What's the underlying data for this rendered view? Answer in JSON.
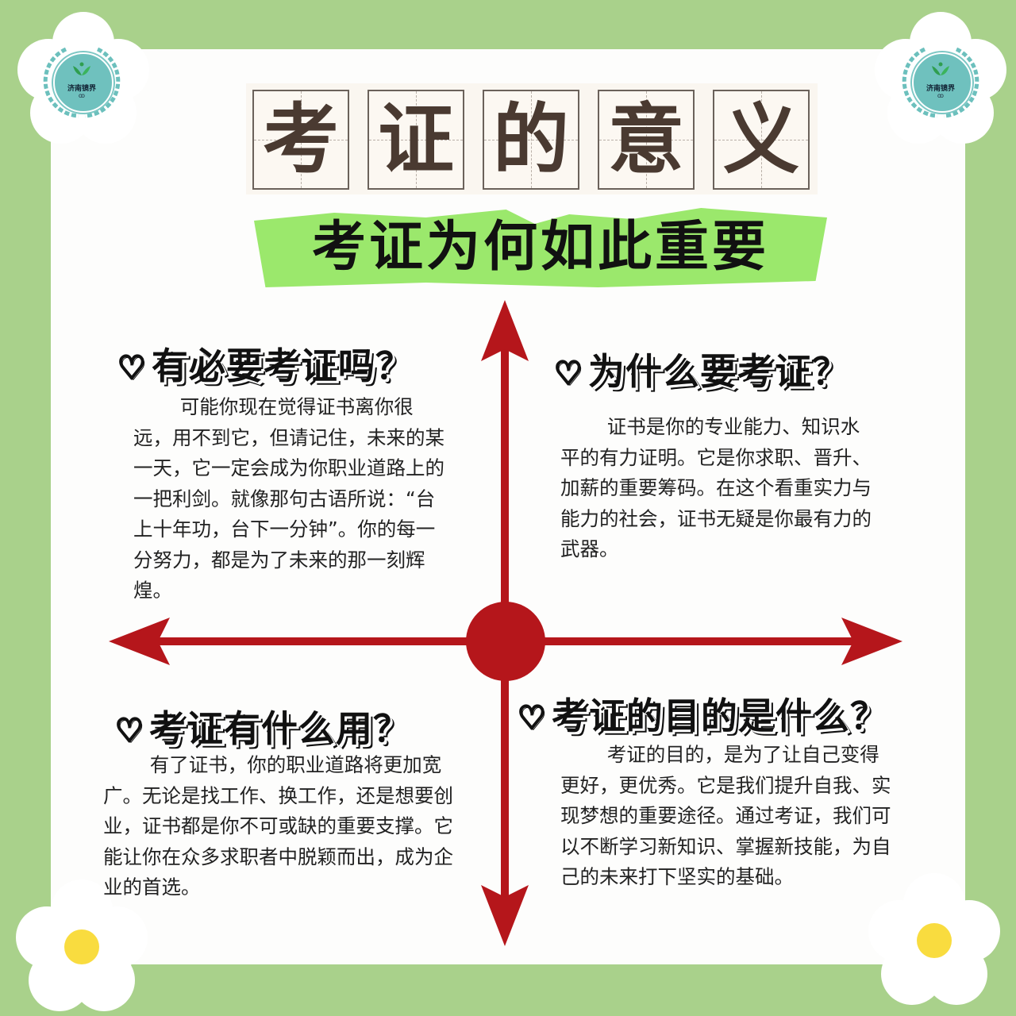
{
  "logo": {
    "name": "济南镜界",
    "mark": "ꝏ",
    "colors": {
      "ring": "#6fc1be",
      "leaf": "#2f9e4f"
    }
  },
  "title": {
    "chars": [
      "考",
      "证",
      "的",
      "意",
      "义"
    ],
    "text": "考证的意义"
  },
  "subtitle": {
    "text": "考证为何如此重要",
    "bg_color": "#9be86c"
  },
  "quadrants": [
    {
      "position": "top-left",
      "heart": "♡",
      "title": "有必要考证吗？",
      "body": "可能你现在觉得证书离你很远，用不到它，但请记住，未来的某一天，它一定会成为你职业道路上的一把利剑。就像那句古语所说：“台上十年功，台下一分钟”。你的每一分努力，都是为了未来的那一刻辉煌。"
    },
    {
      "position": "top-right",
      "heart": "♡",
      "title": "为什么要考证？",
      "body": "证书是你的专业能力、知识水平的有力证明。它是你求职、晋升、加薪的重要筹码。在这个看重实力与能力的社会，证书无疑是你最有力的武器。"
    },
    {
      "position": "bottom-left",
      "heart": "♡",
      "title": "考证有什么用？",
      "body": "有了证书，你的职业道路将更加宽广。无论是找工作、换工作，还是想要创业，证书都是你不可或缺的重要支撑。它能让你在众多求职者中脱颖而出，成为企业的首选。"
    },
    {
      "position": "bottom-right",
      "heart": "♡",
      "title": "考证的目的是什么？",
      "body": "考证的目的，是为了让自己变得更好，更优秀。它是我们提升自我、实现梦想的重要途径。通过考证，我们可以不断学习新知识、掌握新技能，为自己的未来打下坚实的基础。"
    }
  ],
  "colors": {
    "background": "#a9d18b",
    "card": "#fdfdfc",
    "axis_red": "#b5161b",
    "flower_center": "#f9dc3f",
    "title_ink": "#4a3a31"
  }
}
